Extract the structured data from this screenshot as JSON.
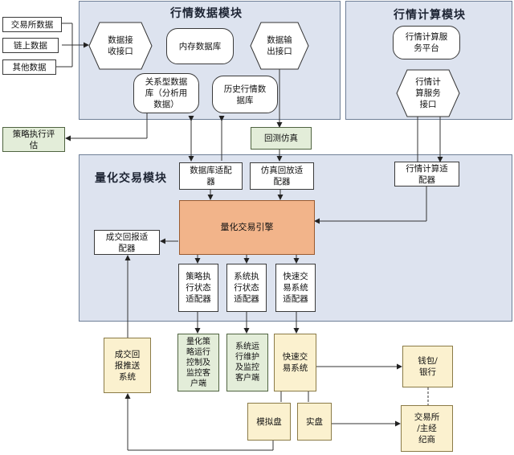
{
  "modules": {
    "market_data": "行情数据模块",
    "market_calc": "行情计算模块",
    "quant_trade": "量化交易模块"
  },
  "sources": {
    "exchange_data": "交易所数据",
    "onchain_data": "链上数据",
    "other_data": "其他数据"
  },
  "market_data": {
    "receive_interface": "数据接\n收接口",
    "memory_db": "内存数据库",
    "output_interface": "数据输\n出接口",
    "relational_db": "关系型数据\n库（分析用\n数据）",
    "history_db": "历史行情数\n据库"
  },
  "market_calc": {
    "service_platform": "行情计算服\n务平台",
    "service_interface": "行情计\n算服务\n接口"
  },
  "strategy_eval": "策略执行评\n估",
  "backtest": "回测仿真",
  "adapters": {
    "db_adapter": "数据库适配\n器",
    "sim_backtest_adapter": "仿真回放适\n配器",
    "calc_adapter": "行情计算适\n配器",
    "fill_report_adapter": "成交回报适\n配器",
    "strategy_state_adapter": "策略执\n行状态\n适配器",
    "system_state_adapter": "系统执\n行状态\n适配器",
    "fast_trade_adapter": "快速交\n易系统\n适配器"
  },
  "engine": "量化交易引擎",
  "bottom": {
    "fill_push": "成交回\n报推送\n系统",
    "quant_client": "量化策\n略运行\n控制及\n监控客\n户端",
    "sys_client": "系统运\n行维护\n及监控\n客户端",
    "fast_system": "快速交\n易系统",
    "wallet": "钱包/\n银行",
    "broker": "交易所\n/主经\n纪商",
    "simulated": "模拟盘",
    "real": "实盘"
  },
  "colors": {
    "module_fill": "#dde3ef",
    "green_fill": "#e3edd9",
    "yellow_fill": "#fbf1cf",
    "engine_fill": "#f2b48a"
  }
}
